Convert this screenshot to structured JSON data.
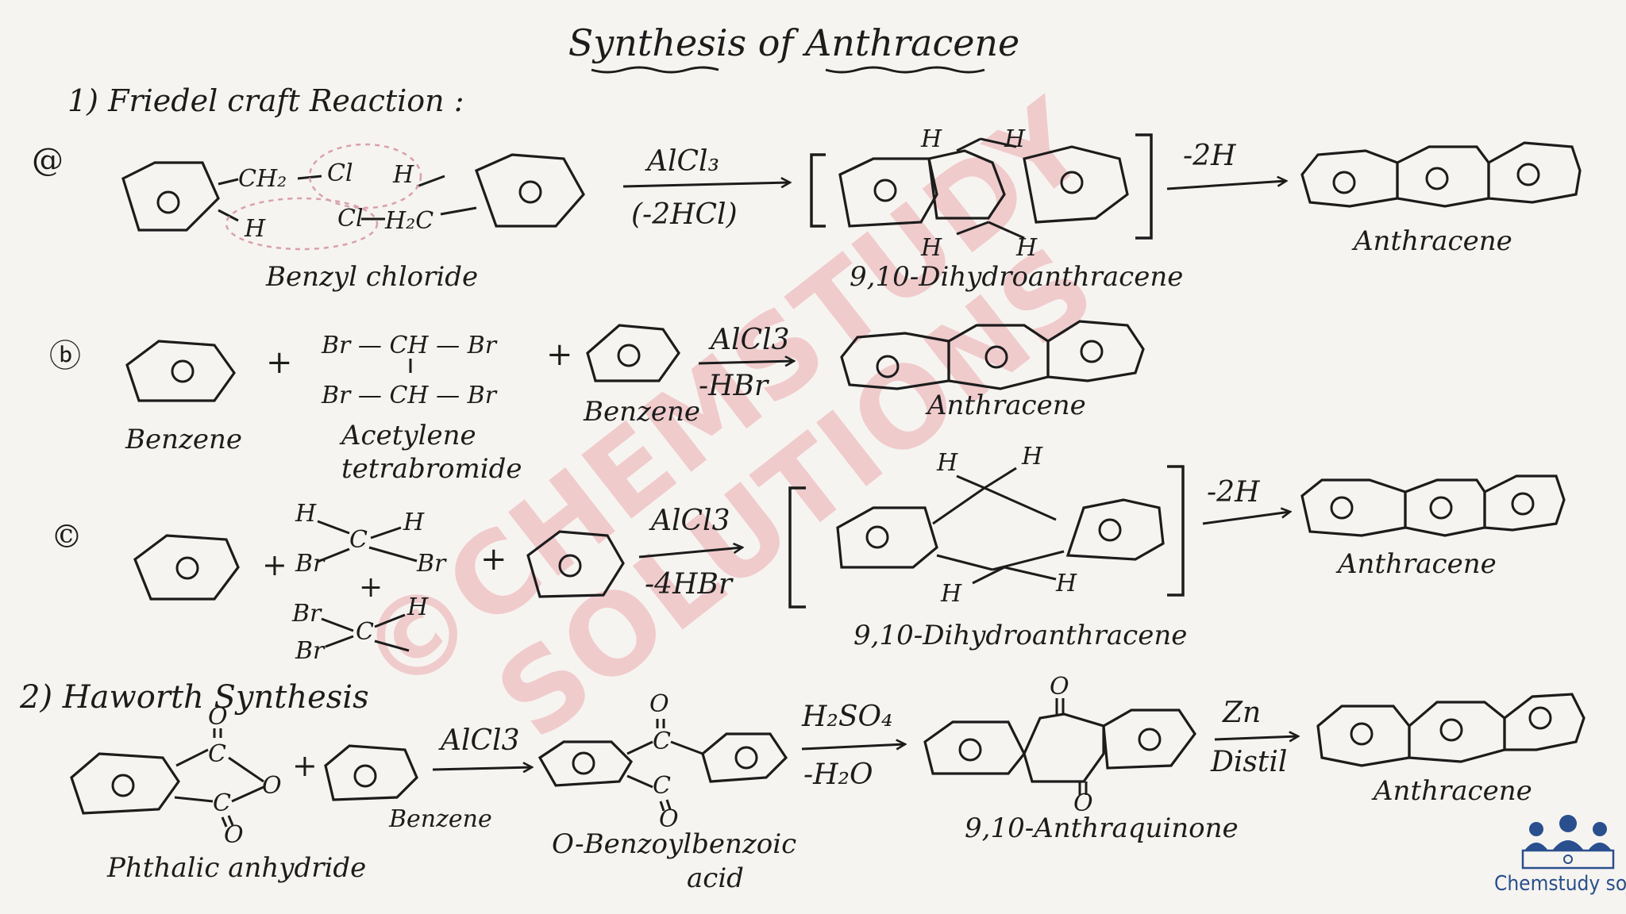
{
  "title": "Synthesis of Anthracene",
  "section1": {
    "heading": "1) Friedel craft Reaction :",
    "a": {
      "marker": "@",
      "reactant_groups": {
        "ch2": "CH₂",
        "cl1": "Cl",
        "h1": "H",
        "h2": "H",
        "cl2": "Cl",
        "h2c": "H₂C"
      },
      "reactant_label": "Benzyl chloride",
      "reagent_top": "AlCl₃",
      "reagent_bottom": "(-2HCl)",
      "intermediate_label": "9,10-Dihydroanthracene",
      "h_atoms": [
        "H",
        "H",
        "H",
        "H"
      ],
      "step2": "-2H",
      "product_label": "Anthracene"
    },
    "b": {
      "marker": "ⓑ",
      "plus1": "+",
      "plus2": "+",
      "reactant1_label": "Benzene",
      "tb_line1": "Br — CH — Br",
      "tb_line2": "Br — CH — Br",
      "reactant2_label_1": "Acetylene",
      "reactant2_label_2": "tetrabromide",
      "reactant3_label": "Benzene",
      "reagent_top": "AlCl3",
      "reagent_bottom": "-HBr",
      "product_label": "Anthracene"
    },
    "c": {
      "marker": "©",
      "plus1": "+",
      "plus2": "+",
      "plus3": "+",
      "dibromo1": {
        "h": "H",
        "c": "C",
        "h2": "H",
        "br1": "Br",
        "br2": "Br"
      },
      "dibromo2": {
        "br1": "Br",
        "br2": "Br",
        "c": "C",
        "h": "H"
      },
      "reagent_top": "AlCl3",
      "reagent_bottom": "-4HBr",
      "h_atoms": [
        "H",
        "H",
        "H",
        "H"
      ],
      "step2": "-2H",
      "intermediate_label": "9,10-Dihydroanthracene",
      "product_label": "Anthracene"
    }
  },
  "section2": {
    "heading": "2) Haworth Synthesis",
    "o_atoms": [
      "O",
      "O",
      "O",
      "O",
      "O",
      "O",
      "O"
    ],
    "c_atoms": [
      "C",
      "C",
      "C",
      "C"
    ],
    "plus": "+",
    "reactant1_label": "Phthalic anhydride",
    "reactant2_label": "Benzene",
    "reagent1": "AlCl3",
    "intermediate1_label_1": "O-Benzoylbenzoic",
    "intermediate1_label_2": "acid",
    "reagent2_top": "H₂SO₄",
    "reagent2_bottom": "-H₂O",
    "intermediate2_label": "9,10-Anthraquinone",
    "reagent3_top": "Zn",
    "reagent3_bottom": "Distil",
    "product_label": "Anthracene"
  },
  "watermark": {
    "line1": "©CHEMSTUDY",
    "line2": "SOLUTIONS"
  },
  "logo": {
    "text": "Chemstudy solution"
  },
  "colors": {
    "ink": "#1c1c1c",
    "watermark": "#e88a94",
    "logo": "#2a4f8f",
    "paper": "#f6f4f0"
  }
}
